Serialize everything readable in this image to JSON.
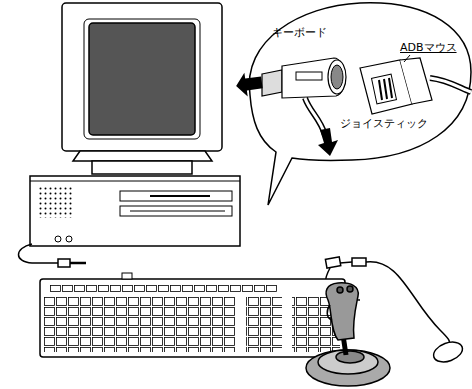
{
  "diagram": {
    "labels": [
      "キーボード",
      "ADBマウス",
      "ジョイスティック"
    ]
  }
}
